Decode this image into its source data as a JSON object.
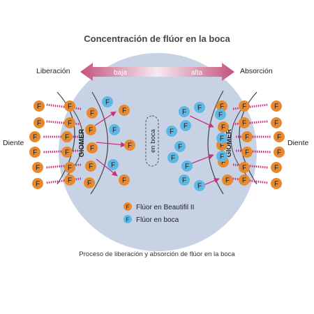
{
  "title": "Concentración de flúor en la boca",
  "caption": "Proceso de liberación y absorción de flúor en la boca",
  "labels": {
    "release": "Liberación",
    "absorption": "Absorción",
    "low": "baja",
    "high": "alta",
    "tooth_left": "Diente",
    "tooth_right": "Diente",
    "giomer": "GIOMER",
    "in_mouth": "en boca",
    "ion": "F"
  },
  "legend": {
    "orange": "Flúor en Beautifil II",
    "blue": "Flúor en boca"
  },
  "colors": {
    "background_circle": "#c7d3e4",
    "orange_ion": "#e8892f",
    "blue_ion": "#5db8e6",
    "arrow_magenta": "#cc2f82",
    "arrow_bar_dark": "#c0567e",
    "arrow_bar_light": "#f2dde6",
    "text": "#222222"
  }
}
